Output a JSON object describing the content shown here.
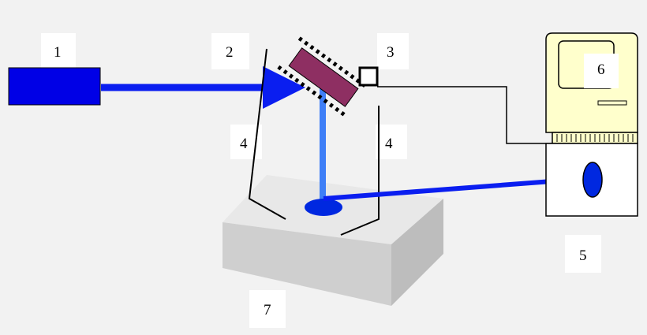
{
  "labels": {
    "n1": "1",
    "n2": "2",
    "n3": "3",
    "n4_left": "4",
    "n4_right": "4",
    "n5": "5",
    "n6": "6",
    "n7": "7"
  },
  "colors": {
    "background": "#f2f2f2",
    "laser": "#0000e6",
    "beam": "#0a1ef0",
    "reflected_beam": "#3f7ff7",
    "mirror": "#8e2f62",
    "sample_light": "#e8e8e8",
    "sample_side": "#cfcfcf",
    "computer_body": "#ffffcc",
    "detector_spot": "#0028e0"
  }
}
